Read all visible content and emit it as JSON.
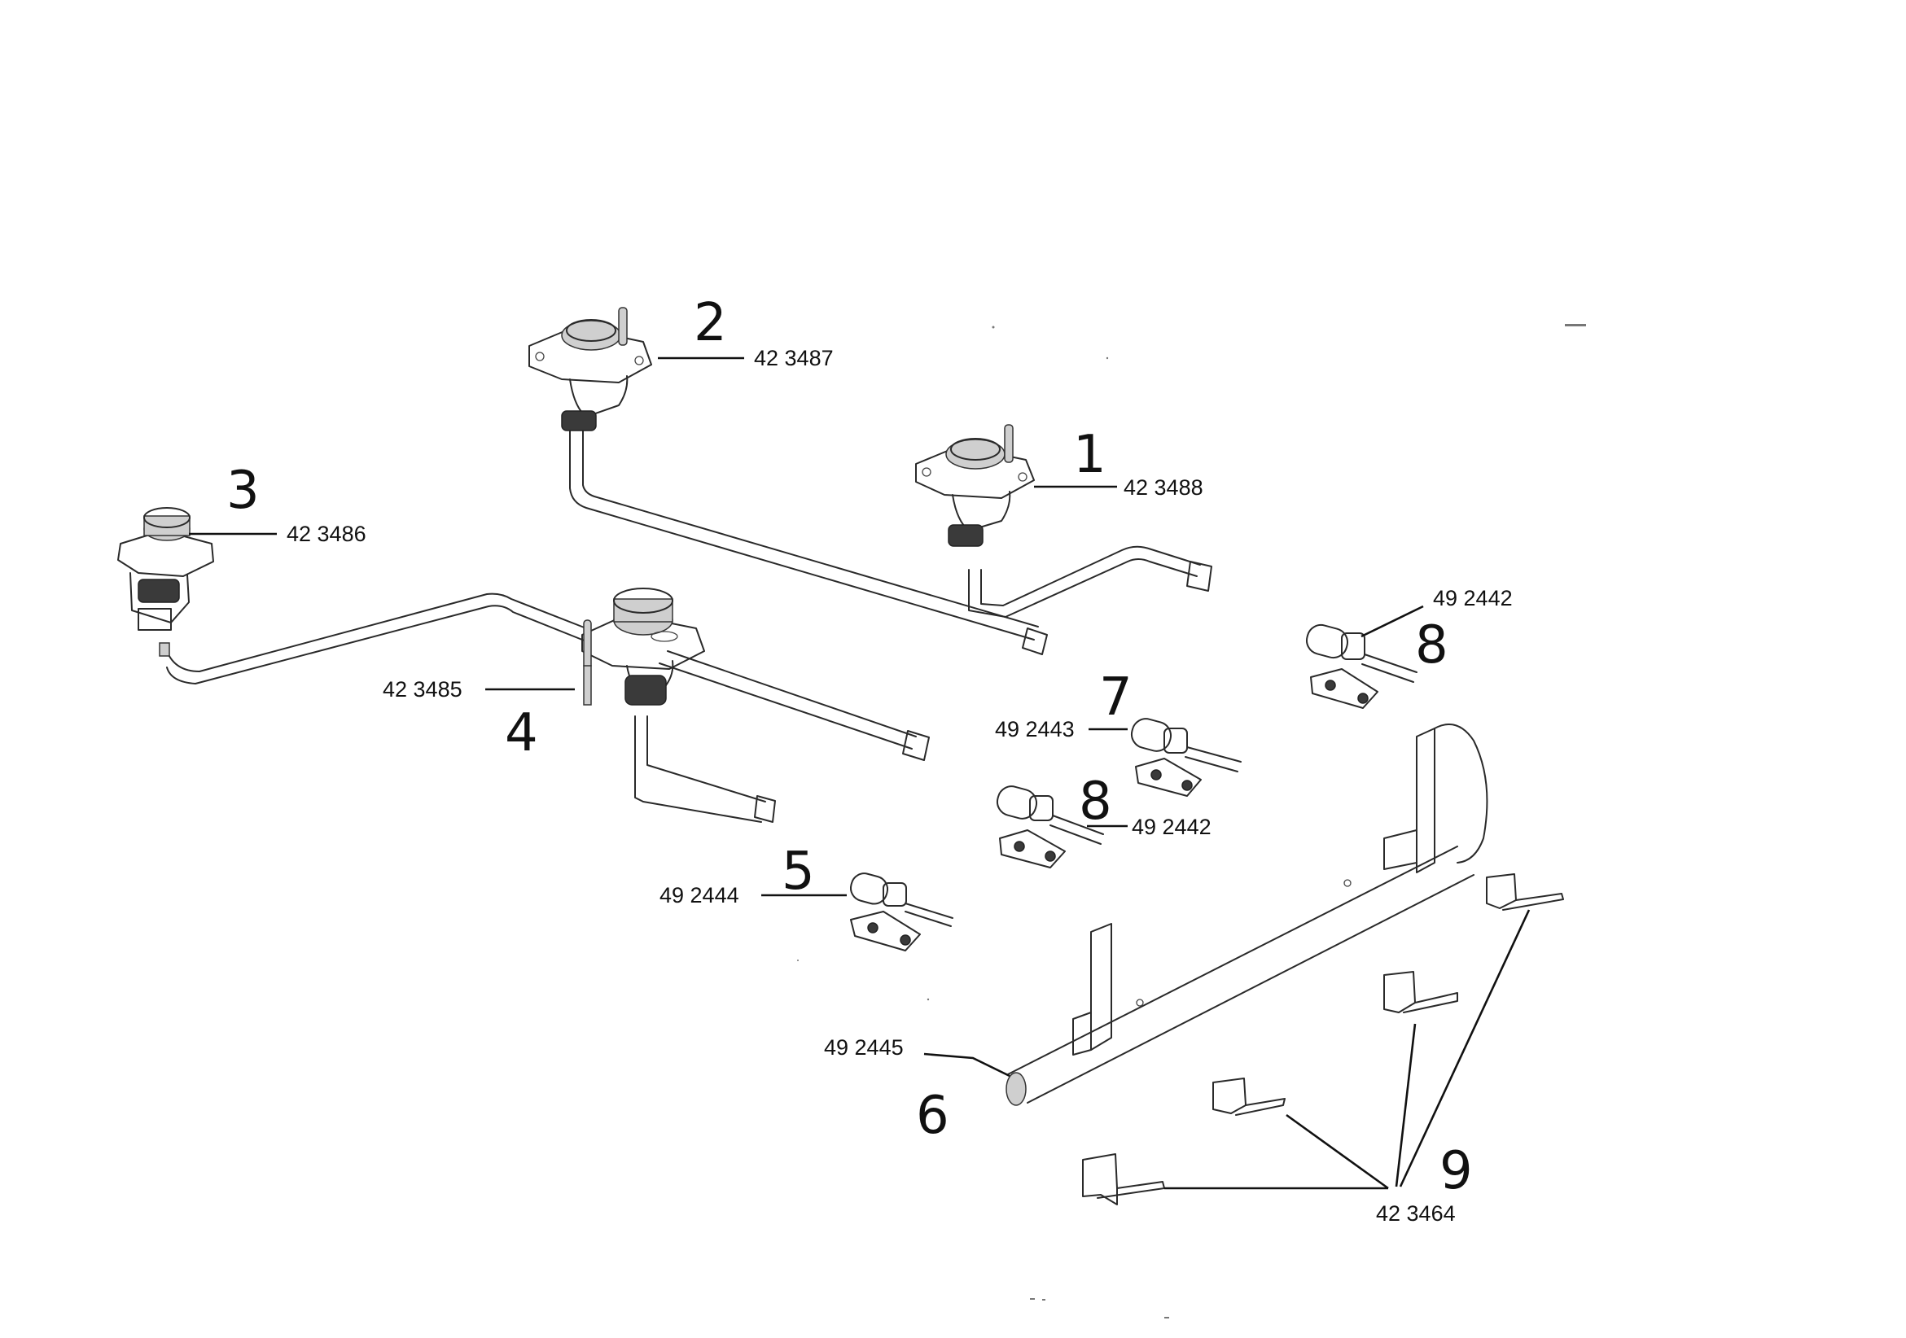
{
  "items": [
    {
      "num": "1",
      "part": "42 3488"
    },
    {
      "num": "2",
      "part": "42 3487"
    },
    {
      "num": "3",
      "part": "42 3486"
    },
    {
      "num": "4",
      "part": "42 3485"
    },
    {
      "num": "5",
      "part": "49 2444"
    },
    {
      "num": "6",
      "part": "49 2445"
    },
    {
      "num": "7",
      "part": "49 2443"
    },
    {
      "num": "8",
      "part": "49 2442"
    },
    {
      "num": "8",
      "part": "49 2442"
    },
    {
      "num": "9",
      "part": "42 3464"
    }
  ]
}
